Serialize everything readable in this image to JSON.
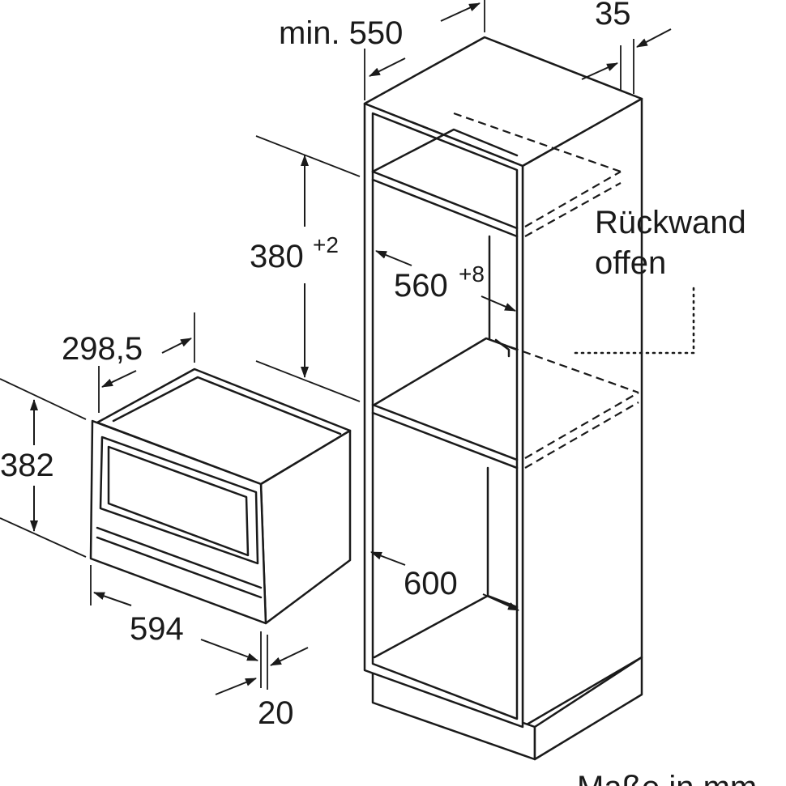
{
  "dimensions": {
    "depth_min": "min. 550",
    "gap_top": "35",
    "niche_height": "380",
    "niche_height_tol": "+2",
    "niche_width": "560",
    "niche_width_tol": "+8",
    "cabinet_width": "600",
    "appliance_depth": "298,5",
    "appliance_height": "382",
    "appliance_width": "594",
    "front_thickness": "20"
  },
  "labels": {
    "back_wall_line1": "Rückwand",
    "back_wall_line2": "offen",
    "units_note": "Maße in mm"
  },
  "colors": {
    "ink": "#1a1a1a",
    "background": "#ffffff"
  }
}
